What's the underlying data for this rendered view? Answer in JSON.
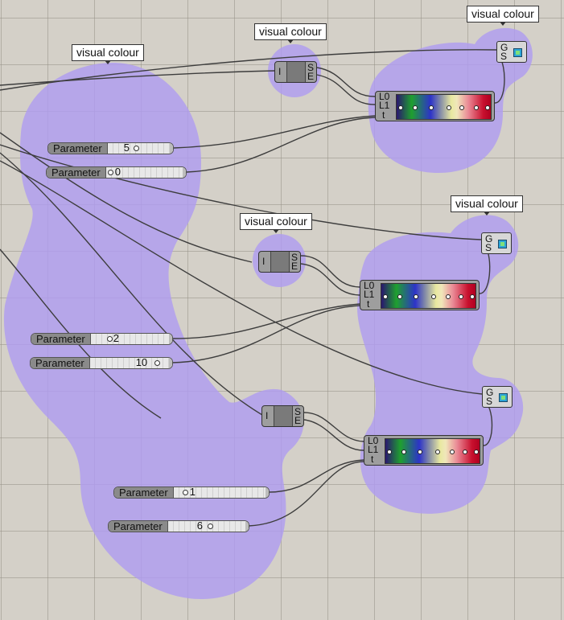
{
  "groups": [
    {
      "label": "visual colour",
      "color": "#b09cf0"
    },
    {
      "label": "visual colour",
      "color": "#b09cf0"
    },
    {
      "label": "visual colour",
      "color": "#b09cf0"
    },
    {
      "label": "visual colour",
      "color": "#b09cf0"
    },
    {
      "label": "visual colour",
      "color": "#b09cf0"
    }
  ],
  "sliders": [
    {
      "name": "Parameter",
      "value": "5"
    },
    {
      "name": "Parameter",
      "value": "0"
    },
    {
      "name": "Parameter",
      "value": "2"
    },
    {
      "name": "Parameter",
      "value": "10"
    },
    {
      "name": "Parameter",
      "value": "1"
    },
    {
      "name": "Parameter",
      "value": "6"
    }
  ],
  "domain_components": {
    "input": "I",
    "outputs": [
      "S",
      "E"
    ]
  },
  "gradient_components": {
    "inputs": [
      "L0",
      "L1",
      "t"
    ]
  },
  "preview_components": {
    "inputs": [
      "G",
      "S"
    ],
    "icon": "custom-preview-icon"
  },
  "colors": {
    "canvas": "#d4d0c8",
    "group_fill": "#b09cf0",
    "component": "#9e9e9e",
    "wire": "#444444"
  }
}
